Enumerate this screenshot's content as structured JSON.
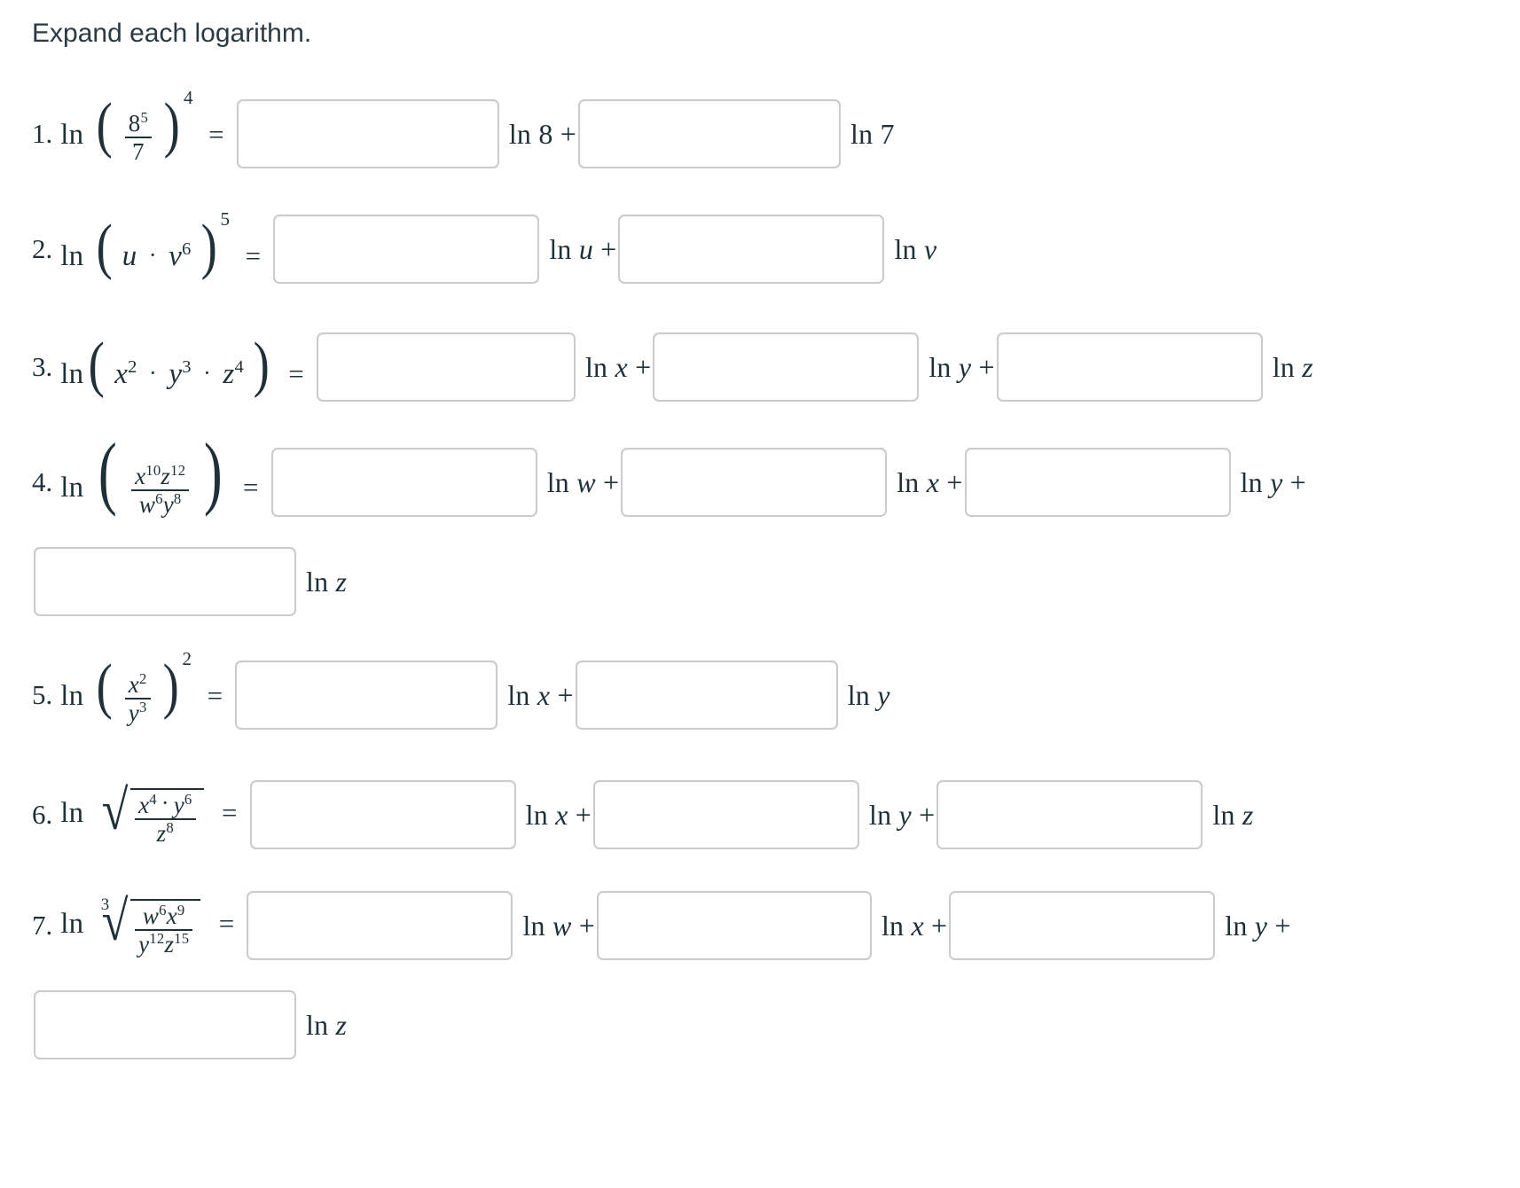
{
  "heading": "Expand each logarithm.",
  "labels": {
    "ln": "ln",
    "equals": "=",
    "plus": "+",
    "dot": "·"
  },
  "problems": [
    {
      "number": "1.",
      "expression_text": "ln (8^5/7)^4",
      "base_numerator": "8",
      "base_numerator_power": "5",
      "base_denominator": "7",
      "outer_power": "4",
      "blanks": [
        {
          "value": "",
          "after_label_prefix": "ln",
          "after_label_arg": "8",
          "after_label_plus": "+"
        },
        {
          "value": "",
          "after_label_prefix": "ln",
          "after_label_arg": "7",
          "after_label_plus": ""
        }
      ]
    },
    {
      "number": "2.",
      "expression_text": "ln (u · v^6)^5",
      "factor1": "u",
      "factor2": "v",
      "factor2_power": "6",
      "outer_power": "5",
      "blanks": [
        {
          "value": "",
          "after_label_prefix": "ln",
          "after_label_arg": "u",
          "after_label_plus": "+"
        },
        {
          "value": "",
          "after_label_prefix": "ln",
          "after_label_arg": "v",
          "after_label_plus": ""
        }
      ]
    },
    {
      "number": "3.",
      "expression_text": "ln(x^2 · y^3 · z^4)",
      "terms": [
        {
          "base": "x",
          "power": "2"
        },
        {
          "base": "y",
          "power": "3"
        },
        {
          "base": "z",
          "power": "4"
        }
      ],
      "blanks": [
        {
          "value": "",
          "after_label_prefix": "ln",
          "after_label_arg": "x",
          "after_label_plus": "+"
        },
        {
          "value": "",
          "after_label_prefix": "ln",
          "after_label_arg": "y",
          "after_label_plus": "+"
        },
        {
          "value": "",
          "after_label_prefix": "ln",
          "after_label_arg": "z",
          "after_label_plus": ""
        }
      ]
    },
    {
      "number": "4.",
      "expression_text": "ln (x^10 z^12 / (w^6 y^8))",
      "numerator": [
        {
          "base": "x",
          "power": "10"
        },
        {
          "base": "z",
          "power": "12"
        }
      ],
      "denominator": [
        {
          "base": "w",
          "power": "6"
        },
        {
          "base": "y",
          "power": "8"
        }
      ],
      "blanks": [
        {
          "value": "",
          "after_label_prefix": "ln",
          "after_label_arg": "w",
          "after_label_plus": "+"
        },
        {
          "value": "",
          "after_label_prefix": "ln",
          "after_label_arg": "x",
          "after_label_plus": "+"
        },
        {
          "value": "",
          "after_label_prefix": "ln",
          "after_label_arg": "y",
          "after_label_plus": "+"
        },
        {
          "value": "",
          "after_label_prefix": "ln",
          "after_label_arg": "z",
          "after_label_plus": ""
        }
      ]
    },
    {
      "number": "5.",
      "expression_text": "ln (x^2/y^3)^2",
      "numerator_base": "x",
      "numerator_power": "2",
      "denominator_base": "y",
      "denominator_power": "3",
      "outer_power": "2",
      "blanks": [
        {
          "value": "",
          "after_label_prefix": "ln",
          "after_label_arg": "x",
          "after_label_plus": "+"
        },
        {
          "value": "",
          "after_label_prefix": "ln",
          "after_label_arg": "y",
          "after_label_plus": ""
        }
      ]
    },
    {
      "number": "6.",
      "expression_text": "ln sqrt(x^4 · y^6 / z^8)",
      "root_index": "",
      "numerator": [
        {
          "base": "x",
          "power": "4"
        },
        {
          "base": "y",
          "power": "6"
        }
      ],
      "denominator": [
        {
          "base": "z",
          "power": "8"
        }
      ],
      "blanks": [
        {
          "value": "",
          "after_label_prefix": "ln",
          "after_label_arg": "x",
          "after_label_plus": "+"
        },
        {
          "value": "",
          "after_label_prefix": "ln",
          "after_label_arg": "y",
          "after_label_plus": "+"
        },
        {
          "value": "",
          "after_label_prefix": "ln",
          "after_label_arg": "z",
          "after_label_plus": ""
        }
      ]
    },
    {
      "number": "7.",
      "expression_text": "ln cbrt(w^6 x^9 / (y^12 z^15))",
      "root_index": "3",
      "numerator": [
        {
          "base": "w",
          "power": "6"
        },
        {
          "base": "x",
          "power": "9"
        }
      ],
      "denominator": [
        {
          "base": "y",
          "power": "12"
        },
        {
          "base": "z",
          "power": "15"
        }
      ],
      "blanks": [
        {
          "value": "",
          "after_label_prefix": "ln",
          "after_label_arg": "w",
          "after_label_plus": "+"
        },
        {
          "value": "",
          "after_label_prefix": "ln",
          "after_label_arg": "x",
          "after_label_plus": "+"
        },
        {
          "value": "",
          "after_label_prefix": "ln",
          "after_label_arg": "y",
          "after_label_plus": "+"
        },
        {
          "value": "",
          "after_label_prefix": "ln",
          "after_label_arg": "z",
          "after_label_plus": ""
        }
      ]
    }
  ],
  "colors": {
    "text": "#1f3038",
    "input_border": "#c9cccd",
    "background": "#ffffff"
  }
}
